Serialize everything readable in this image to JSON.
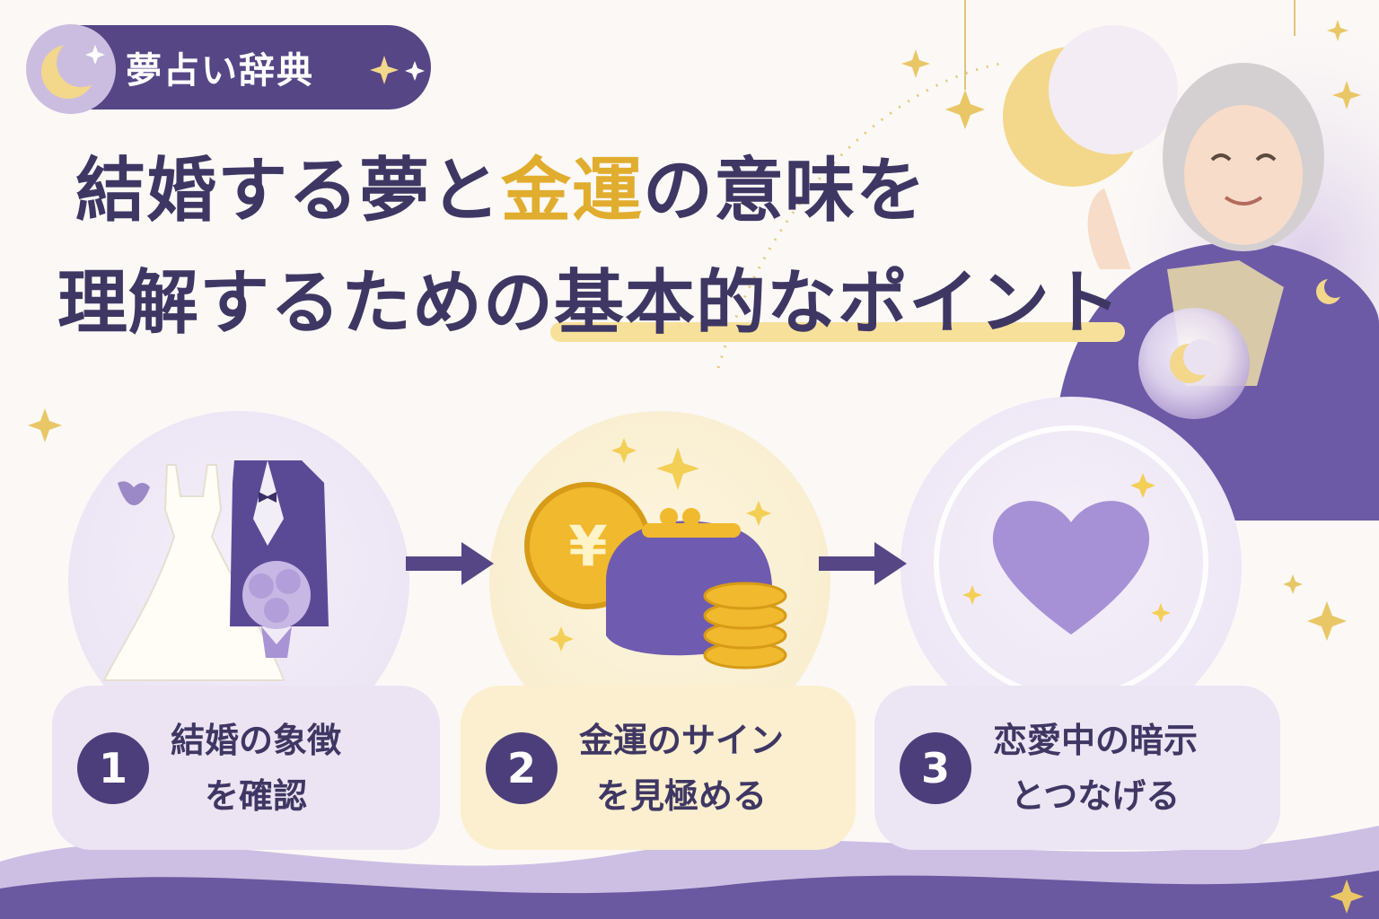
{
  "badge": {
    "label": "夢占い辞典",
    "icon": "moon-icon"
  },
  "title": {
    "line1_a": "結婚する夢と",
    "line1_gold": "金運",
    "line1_b": "の意味を",
    "line2_a": "理解するための",
    "line2_highlight": "基本的なポイント"
  },
  "steps": [
    {
      "number": "1",
      "line1": "結婚の象徴",
      "line2": "を確認",
      "icon": "wedding-dress-tuxedo-icon"
    },
    {
      "number": "2",
      "line1": "金運のサイン",
      "line2": "を見極める",
      "icon": "coin-purse-icon"
    },
    {
      "number": "3",
      "line1": "恋愛中の暗示",
      "line2": "とつなげる",
      "icon": "heart-icon"
    }
  ],
  "colors": {
    "primary": "#564685",
    "gold": "#e1ad2e",
    "lavender": "#ece4f3",
    "cream": "#fbefcf"
  }
}
